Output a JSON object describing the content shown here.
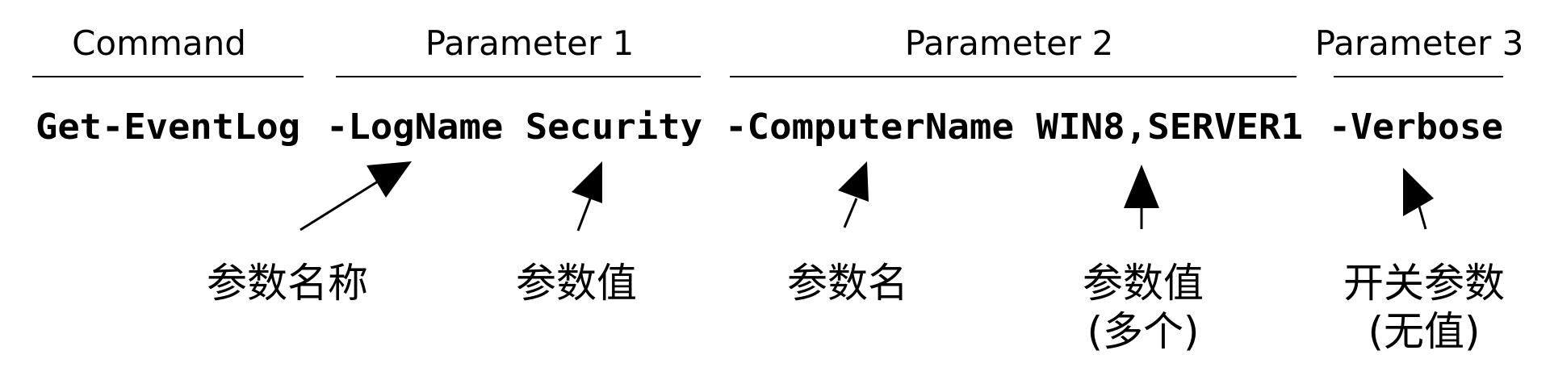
{
  "sections": [
    {
      "header": "Command",
      "code": "Get-EventLog"
    },
    {
      "header": "Parameter 1",
      "code": "-LogName Security"
    },
    {
      "header": "Parameter 2",
      "code": "-ComputerName WIN8,SERVER1"
    },
    {
      "header": "Parameter 3",
      "code": "-Verbose"
    }
  ],
  "annotations": [
    {
      "lines": [
        "参数名称"
      ]
    },
    {
      "lines": [
        "参数值"
      ]
    },
    {
      "lines": [
        "参数名"
      ]
    },
    {
      "lines": [
        "参数值",
        "(多个)"
      ]
    },
    {
      "lines": [
        "开关参数",
        "(无值)"
      ]
    }
  ],
  "colors": {
    "ink": "#000000",
    "background": "#ffffff"
  }
}
